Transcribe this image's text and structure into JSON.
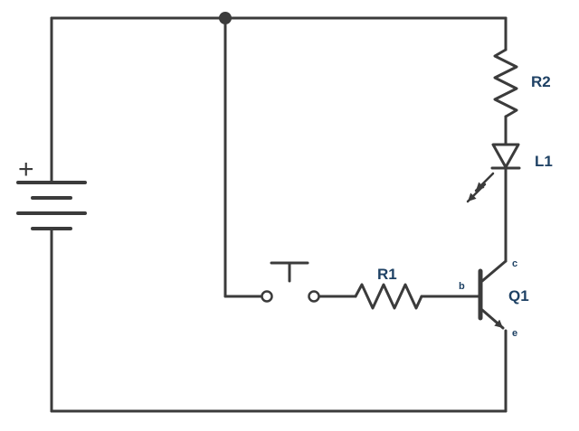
{
  "diagram_type": "circuit-schematic",
  "colors": {
    "wire": "#3b3b3b",
    "label": "#1e4164",
    "background": "#ffffff"
  },
  "battery": {
    "plus_label": "+",
    "type": "battery"
  },
  "components": {
    "r2": {
      "label": "R2",
      "type": "resistor"
    },
    "l1": {
      "label": "L1",
      "type": "led"
    },
    "r1": {
      "label": "R1",
      "type": "resistor"
    },
    "q1": {
      "label": "Q1",
      "type": "npn-transistor",
      "terminal_b": "b",
      "terminal_c": "c",
      "terminal_e": "e"
    },
    "switch": {
      "type": "pushbutton"
    }
  }
}
